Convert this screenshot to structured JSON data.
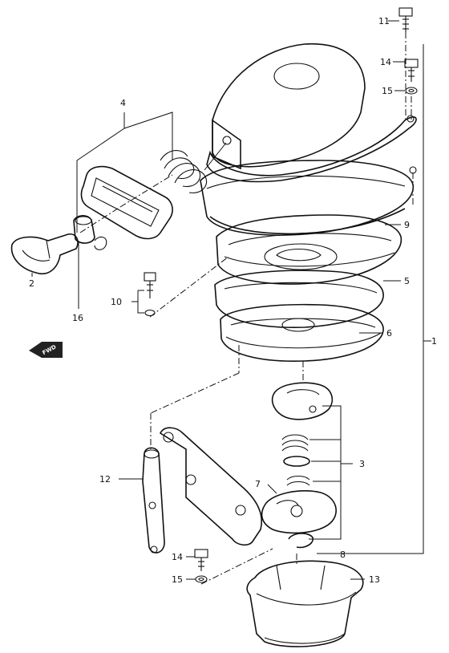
{
  "callouts": {
    "c1": "1",
    "c2": "2",
    "c3": "3",
    "c4": "4",
    "c5": "5",
    "c6": "6",
    "c7": "7",
    "c8": "8",
    "c9": "9",
    "c10": "10",
    "c11": "11",
    "c12": "12",
    "c13": "13",
    "c14a": "14",
    "c14b": "14",
    "c15a": "15",
    "c15b": "15",
    "c16": "16"
  },
  "direction_label": "FWD",
  "colors": {
    "line": "#111111",
    "background": "#ffffff"
  }
}
